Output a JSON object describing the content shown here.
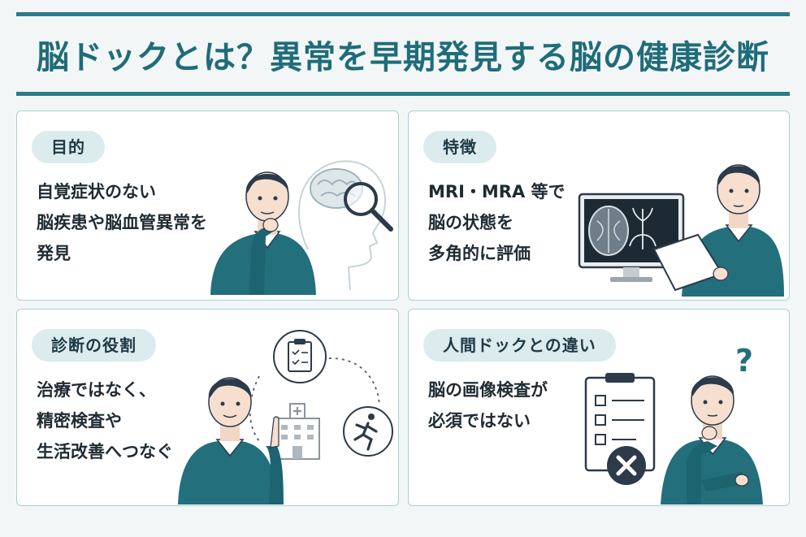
{
  "title": "脳ドックとは？異常を早期発見する脳の健康診断",
  "cards": {
    "purpose": {
      "label": "目的",
      "lines": [
        "自覚症状のない",
        "脳疾患や脳血管異常を",
        "発見"
      ]
    },
    "features": {
      "label": "特徴",
      "lines": [
        "MRI・MRA 等で",
        "脳の状態を",
        "多角的に評価"
      ]
    },
    "role": {
      "label": "診断の役割",
      "lines": [
        "治療ではなく、",
        "精密検査や",
        "生活改善へつなぐ"
      ]
    },
    "difference": {
      "label": "人間ドックとの違い",
      "lines": [
        "脳の画像検査が",
        "必須ではない"
      ]
    }
  },
  "colors": {
    "accent": "#2b7b88",
    "title": "#1f6c7a",
    "pill_bg": "#dbebee",
    "sweater": "#236f7c",
    "hair": "#2c3a4a"
  },
  "icons": [
    "brain-icon",
    "magnifier-icon",
    "brain-scan-monitor-icon",
    "clipboard-icon",
    "hospital-icon",
    "running-person-icon",
    "checklist-board-icon",
    "x-mark-icon",
    "question-mark-icon"
  ]
}
